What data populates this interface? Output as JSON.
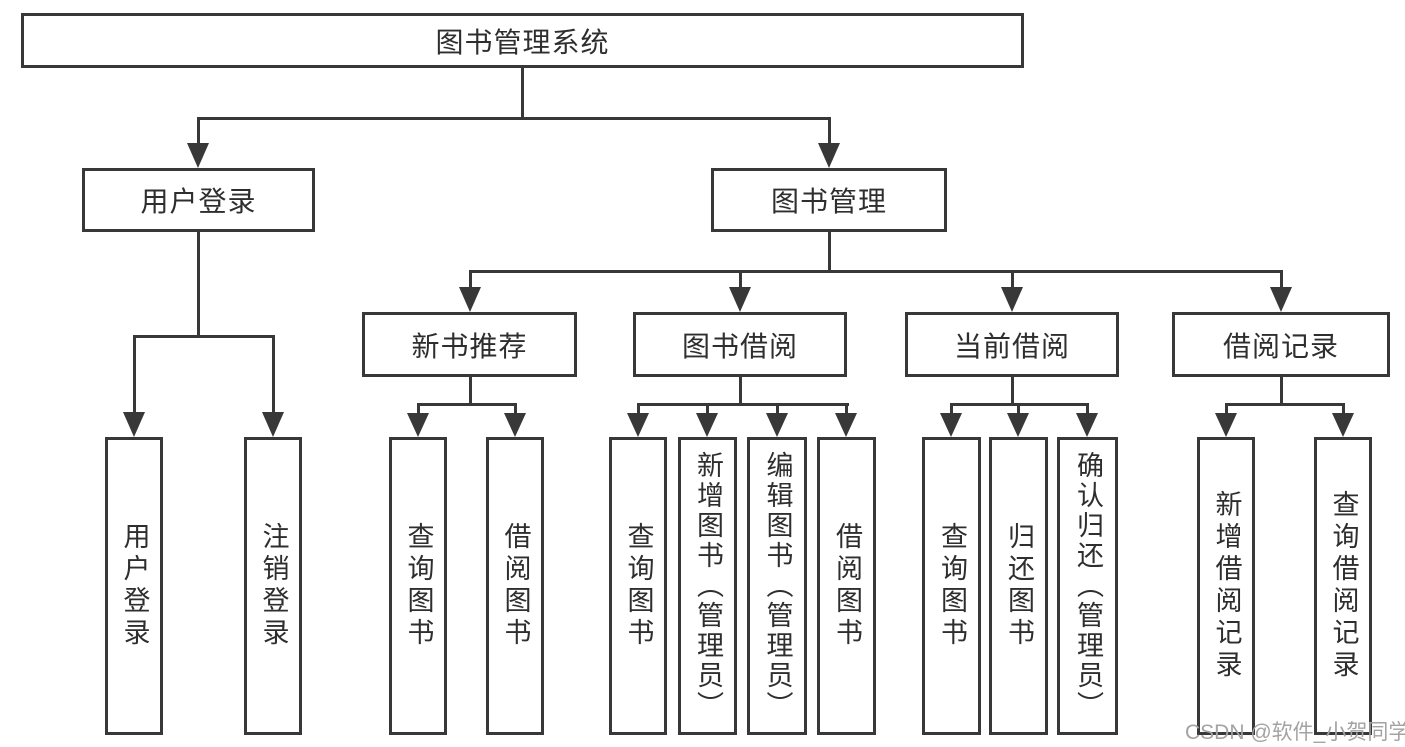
{
  "tree": {
    "label": "图书管理系统",
    "children": [
      {
        "label": "用户登录",
        "children": [
          {
            "label": "用户登录"
          },
          {
            "label": "注销登录"
          }
        ]
      },
      {
        "label": "图书管理",
        "children": [
          {
            "label": "新书推荐",
            "children": [
              {
                "label": "查询图书"
              },
              {
                "label": "借阅图书"
              }
            ]
          },
          {
            "label": "图书借阅",
            "children": [
              {
                "label": "查询图书"
              },
              {
                "label": "新增图书（管理员）"
              },
              {
                "label": "编辑图书（管理员）"
              },
              {
                "label": "借阅图书"
              }
            ]
          },
          {
            "label": "当前借阅",
            "children": [
              {
                "label": "查询图书"
              },
              {
                "label": "归还图书"
              },
              {
                "label": "确认归还（管理员）"
              }
            ]
          },
          {
            "label": "借阅记录",
            "children": [
              {
                "label": "新增借阅记录"
              },
              {
                "label": "查询借阅记录"
              }
            ]
          }
        ]
      }
    ]
  },
  "watermark": {
    "text": "CSDN @软件_小贺同学"
  },
  "colors": {
    "background": "#ffffff",
    "line": "#383838",
    "text": "#2e2e2e",
    "watermark": "#a3a3a3"
  }
}
